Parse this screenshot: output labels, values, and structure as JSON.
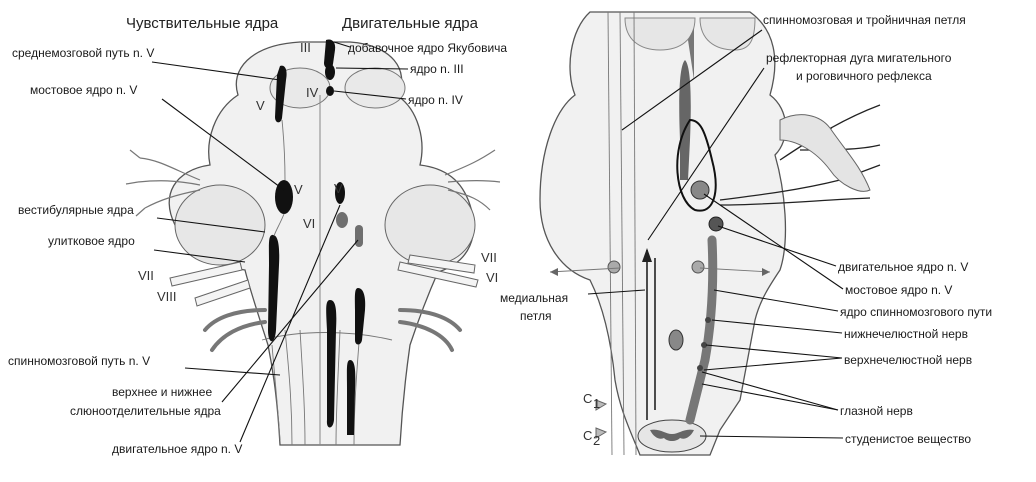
{
  "left_diagram": {
    "header_sensory": "Чувствительные ядра",
    "header_motor": "Двигательные ядра",
    "labels": {
      "mesencephalic_tract": "среднемозговой путь n. V",
      "pontine_nucleus": "мостовое ядро n. V",
      "vestibular_nuclei": "вестибулярные ядра",
      "cochlear_nucleus": "улитковое ядро",
      "spinal_tract": "спинномозговой путь n. V",
      "salivatory_nuclei_line1": "верхнее и нижнее",
      "salivatory_nuclei_line2": "слюноотделительные ядра",
      "motor_nucleus": "двигательное ядро n. V",
      "yakubovich_nucleus": "добавочное ядро Якубовича",
      "nucleus_III": "ядро n. III",
      "nucleus_IV": "ядро n. IV"
    },
    "roman": {
      "III": "III",
      "IV": "IV",
      "V_top": "V",
      "V_mid": "V",
      "V_right": "V",
      "VI_mid": "VI",
      "VII_left": "VII",
      "VIII_left": "VIII",
      "VII_right": "VII",
      "VI_right": "VI"
    }
  },
  "right_diagram": {
    "labels": {
      "spinal_trigeminal_lemniscus": "спинномозговая и тройничная петля",
      "reflex_arc_line1": "рефлекторная дуга мигательного",
      "reflex_arc_line2": "и роговичного рефлекса",
      "motor_nucleus": "двигательное ядро n. V",
      "pontine_nucleus": "мостовое ядро n. V",
      "spinal_tract_nucleus": "ядро спинномозгового пути",
      "mandibular_nerve": "нижнечелюстной нерв",
      "maxillary_nerve": "верхнечелюстной нерв",
      "ophthalmic_nerve": "глазной нерв",
      "gelatinous_substance": "студенистое вещество",
      "medial_lemniscus_line1": "медиальная",
      "medial_lemniscus_line2": "петля",
      "C1": "C",
      "C1_sub": "1",
      "C2": "C",
      "C2_sub": "2"
    }
  }
}
